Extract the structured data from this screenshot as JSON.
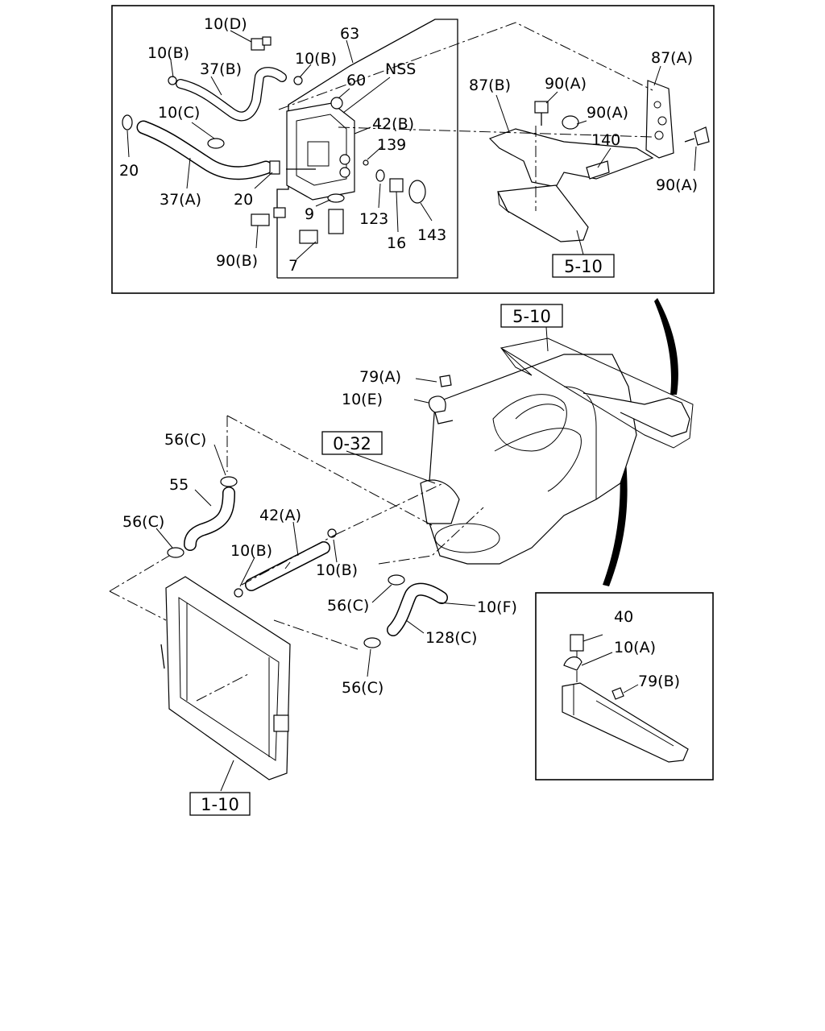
{
  "diagram": {
    "labels": {
      "l_10D": "10(D)",
      "l_63": "63",
      "l_10B_a": "10(B)",
      "l_10B_b": "10(B)",
      "l_37B": "37(B)",
      "l_60": "60",
      "l_NSS": "NSS",
      "l_10C": "10(C)",
      "l_42B": "42(B)",
      "l_139": "139",
      "l_20_a": "20",
      "l_37A": "37(A)",
      "l_20_b": "20",
      "l_9": "9",
      "l_123": "123",
      "l_143": "143",
      "l_16": "16",
      "l_90B": "90(B)",
      "l_7": "7",
      "l_87B": "87(B)",
      "l_90A_a": "90(A)",
      "l_90A_b": "90(A)",
      "l_87A": "87(A)",
      "l_140": "140",
      "l_90A_c": "90(A)",
      "l_79A": "79(A)",
      "l_10E": "10(E)",
      "l_56C_a": "56(C)",
      "l_55": "55",
      "l_56C_b": "56(C)",
      "l_42A": "42(A)",
      "l_10B_c": "10(B)",
      "l_10B_d": "10(B)",
      "l_56C_c": "56(C)",
      "l_10F": "10(F)",
      "l_128C": "128(C)",
      "l_56C_d": "56(C)",
      "l_40": "40",
      "l_10A": "10(A)",
      "l_79B": "79(B)"
    },
    "refs": {
      "r_5_10_top": "5-10",
      "r_5_10_main": "5-10",
      "r_0_32": "0-32",
      "r_1_10": "1-10"
    }
  }
}
